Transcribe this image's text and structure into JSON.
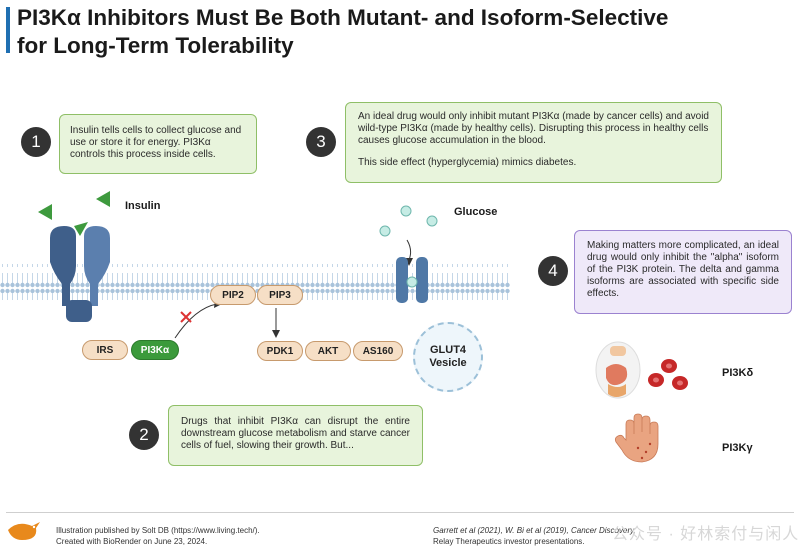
{
  "title": {
    "line1": "PI3Kα Inhibitors Must Be Both Mutant- and Isoform-Selective",
    "line2": "for Long-Term Tolerability"
  },
  "steps": [
    {
      "number": "1",
      "text": "Insulin tells cells to collect glucose and use or store it for energy. PI3Kα controls this process inside cells."
    },
    {
      "number": "2",
      "text": "Drugs that inhibit PI3Kα can disrupt the entire downstream glucose metabolism and starve cancer cells of fuel, slowing their growth. But..."
    },
    {
      "number": "3",
      "text1": "An ideal drug would only inhibit mutant PI3Kα (made by cancer cells) and avoid wild-type PI3Kα (made by healthy cells). Disrupting this process in healthy cells causes glucose accumulation in the blood.",
      "text2": "This side effect (hyperglycemia) mimics diabetes."
    },
    {
      "number": "4",
      "text": "Making matters more complicated, an ideal drug would only inhibit the \"alpha\" isoform of the PI3K protein. The delta and gamma isoforms are associated with specific side effects."
    }
  ],
  "labels": {
    "insulin": "Insulin",
    "glucose": "Glucose",
    "glut4_line1": "GLUT4",
    "glut4_line2": "Vesicle",
    "pi3k_delta": "PI3Kδ",
    "pi3k_gamma": "PI3Kγ"
  },
  "pathway": {
    "irs": "IRS",
    "pi3ka": "PI3Kα",
    "pip2": "PIP2",
    "pip3": "PIP3",
    "pdk1": "PDK1",
    "akt": "AKT",
    "as160": "AS160"
  },
  "footer": {
    "left_line1": "Illustration published by Solt DB (https://www.living.tech/).",
    "left_line2": "Created with BioRender on June 23, 2024.",
    "right_line1": "Garrett et al (2021), W. Bi et al (2019), Cancer Discovery,",
    "right_line2": "Relay Therapeutics investor presentations."
  },
  "watermark": "公众号 · 好林索付与闲人",
  "colors": {
    "accent": "#1f6fb2",
    "green_box": "#e8f4dc",
    "purple_box": "#efe9f9",
    "pi3ka_green": "#3b9a3b",
    "membrane": "#b9cfe3"
  },
  "icons": [
    "insulin-triangle-icon",
    "insulin-receptor-icon",
    "glucose-molecule-icon",
    "glut4-transporter-icon",
    "inhibition-x-icon",
    "digestive-organs-icon",
    "red-blood-cell-icon",
    "rash-hand-icon",
    "bird-logo-icon"
  ]
}
